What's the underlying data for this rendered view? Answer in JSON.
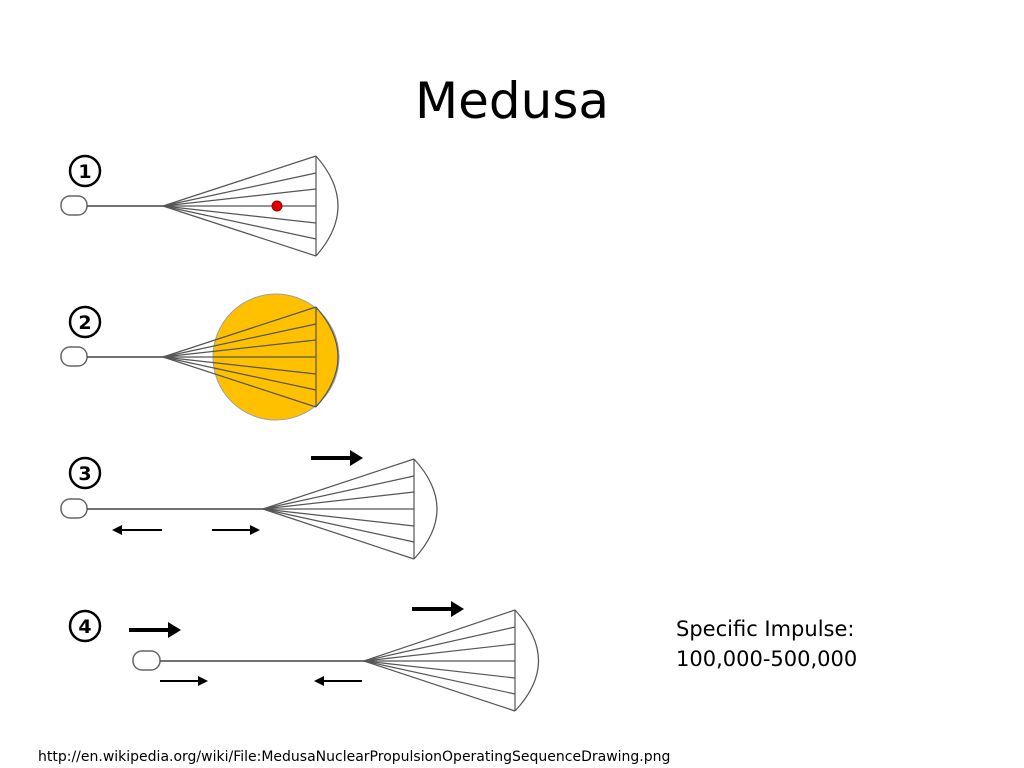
{
  "slide": {
    "title": "Medusa",
    "impulse_label": "Specific Impulse:",
    "impulse_value": "100,000-500,000",
    "source_url": "http://en.wikipedia.org/wiki/File:MedusaNuclearPropulsionOperatingSequenceDrawing.png"
  },
  "diagram": {
    "stages": [
      {
        "number": "1",
        "state": "detonation point",
        "marker_color": "#e00000"
      },
      {
        "number": "2",
        "state": "explosion fireball",
        "fireball_color": "#ffc000"
      },
      {
        "number": "3",
        "state": "canopy pulled forward"
      },
      {
        "number": "4",
        "state": "spacecraft pulled forward"
      }
    ],
    "colors": {
      "line": "#444444",
      "canopy": "#555555",
      "arrow": "#000000"
    }
  }
}
